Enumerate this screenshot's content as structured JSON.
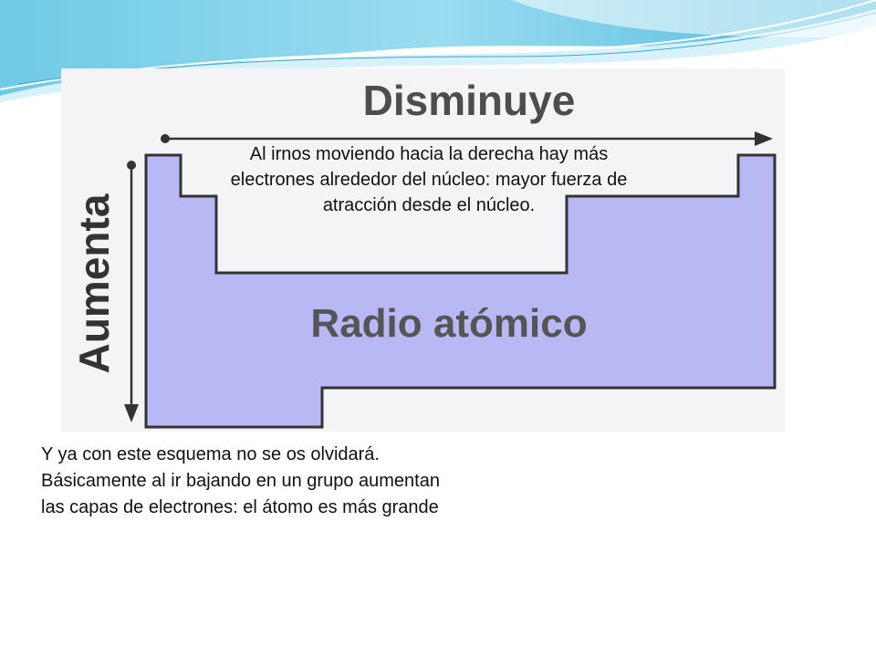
{
  "diagram": {
    "top_label": "Disminuye",
    "side_label": "Aumenta",
    "center_label": "Radio atómico",
    "callout_lines": [
      "Al irnos moviendo hacia la derecha hay más",
      "electrones alrededor del núcleo: mayor fuerza de",
      "atracción desde el núcleo."
    ]
  },
  "body": {
    "lines": [
      "Y ya con este esquema no se os olvidará.",
      "Básicamente al ir bajando en un grupo aumentan",
      "las capas de electrones: el átomo es más grande"
    ]
  },
  "colors": {
    "table_fill": "#b8b8f4",
    "table_stroke": "#333333",
    "wave_blue": "#5fc4e4",
    "wave_light": "#bfe8f5"
  }
}
